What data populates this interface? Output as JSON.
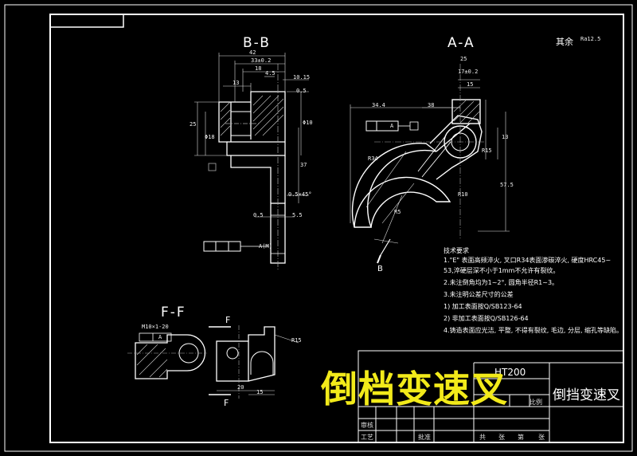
{
  "roughness_note": "其余",
  "roughness_symbol": "Ra12.5",
  "views": {
    "b_b_title": "B-B",
    "a_a_title": "A-A",
    "f_f_title": "F-F"
  },
  "section_markers": {
    "b_arrow_label": "B",
    "f_top_label": "F",
    "f_bottom_label": "F"
  },
  "dims_bb": [
    "42",
    "33±0.2",
    "18",
    "13",
    "4.5",
    "10.15",
    "0.5",
    "25",
    "Φ18",
    "Φ10",
    "37",
    "0.5×45°",
    "5.5",
    "0.5"
  ],
  "dims_aa": [
    "25",
    "17±0.2",
    "15",
    "38",
    "34.4",
    "R34",
    "R15",
    "R10",
    "R5",
    "57.5",
    "13"
  ],
  "dims_ff": [
    "M10×1-20",
    "R15",
    "20",
    "15",
    "A"
  ],
  "tolerance_frames": [
    "A",
    "A(M)"
  ],
  "tech_req": {
    "heading": "技术要求",
    "items": [
      "1.\"E\" 表面高频淬火, 叉口R34表面渗碳淬火, 硬度HRC45~",
      "53,淬硬层深不小于1mm不允许有裂纹。",
      "2.未注倒角均为1~2°, 圆角半径R1~3。",
      "3.未注明公差尺寸的公差",
      "  1) 加工表面按Q/SB123-64",
      "  2) 非加工表面按Q/SB126-64",
      "4.铸造表面应光洁, 平整, 不得有裂纹, 毛边, 分层, 缩孔等缺陷。"
    ]
  },
  "title_block": {
    "material": "HT200",
    "part_name": "倒挡变速叉",
    "ratio_label": "比例",
    "review_label": "审核",
    "process_label": "工艺",
    "approve_label": "批准",
    "total_sheets": "共",
    "sheet_unit": "张",
    "sheet_no": "第",
    "sheet_unit_2": "张"
  },
  "overlay_title": "倒档变速叉",
  "colors": {
    "background": "#000000",
    "lines": "#ffffff",
    "dimensions": "#dddddd",
    "overlay": "#f2ea1a",
    "box_accent": "#3355ff"
  }
}
